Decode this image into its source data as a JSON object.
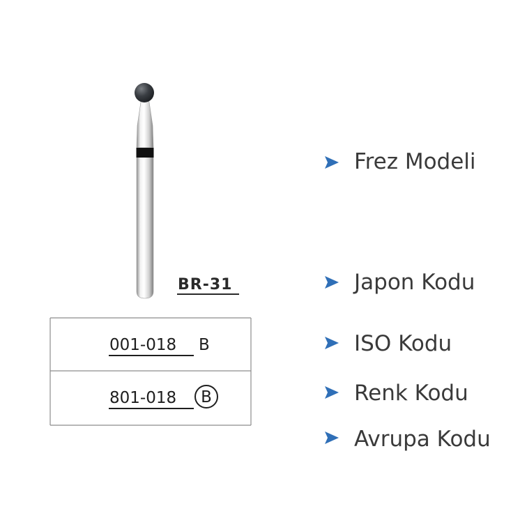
{
  "bur": {
    "model_code": "BR-31",
    "head_color": "#2b2f33",
    "band_color": "#111111"
  },
  "codes": {
    "iso_number": "001-018",
    "iso_suffix": "B",
    "color_number": "801-018",
    "color_suffix": "B"
  },
  "labels": {
    "frez_modeli": "Frez Modeli",
    "japon_kodu": "Japon Kodu",
    "iso_kodu": "ISO Kodu",
    "renk_kodu": "Renk Kodu",
    "avrupa_kodu": "Avrupa Kodu"
  },
  "colors": {
    "arrow": "#2f6fb7",
    "box_border": "#8c8c8c",
    "label": "#3a3a3a"
  }
}
